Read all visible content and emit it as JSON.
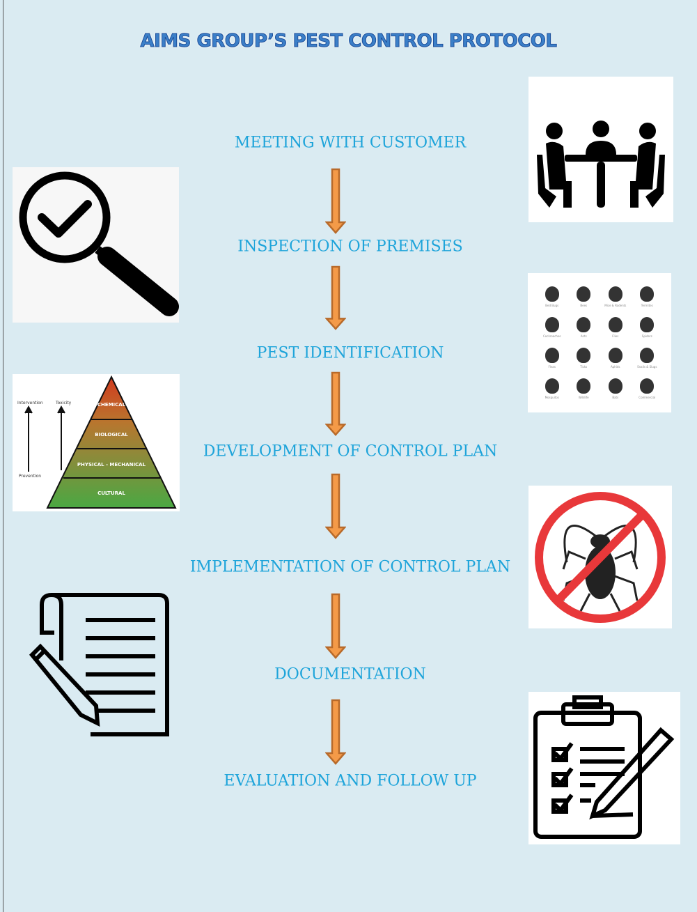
{
  "title": "AIMS GROUP’S PEST CONTROL PROTOCOL",
  "steps": [
    "MEETING WITH CUSTOMER",
    "INSPECTION OF PREMISES",
    "PEST IDENTIFICATION",
    "DEVELOPMENT OF CONTROL PLAN",
    "IMPLEMENTATION OF CONTROL PLAN",
    "DOCUMENTATION",
    "EVALUATION AND FOLLOW UP"
  ],
  "pests": [
    "Bed Bugs",
    "Bees",
    "Mice & Rodents",
    "Termites",
    "Cockroaches",
    "Ants",
    "Flies",
    "Spiders",
    "Fleas",
    "Ticks",
    "Aphids",
    "Snails & Slugs",
    "Mosquitos",
    "Wildlife",
    "Bats",
    "Commercial"
  ],
  "pyramid": {
    "levels": [
      "CHEMICAL",
      "BIOLOGICAL",
      "PHYSICAL - MECHANICAL",
      "CULTURAL"
    ],
    "intervention": "Intervention",
    "toxicity": "Toxicity",
    "prevention": "Prevention"
  },
  "colors": {
    "step_text": "#1ea4da",
    "arrow_fill": "#f49a48",
    "arrow_stroke": "#b86a2a",
    "background": "#daebf2"
  }
}
